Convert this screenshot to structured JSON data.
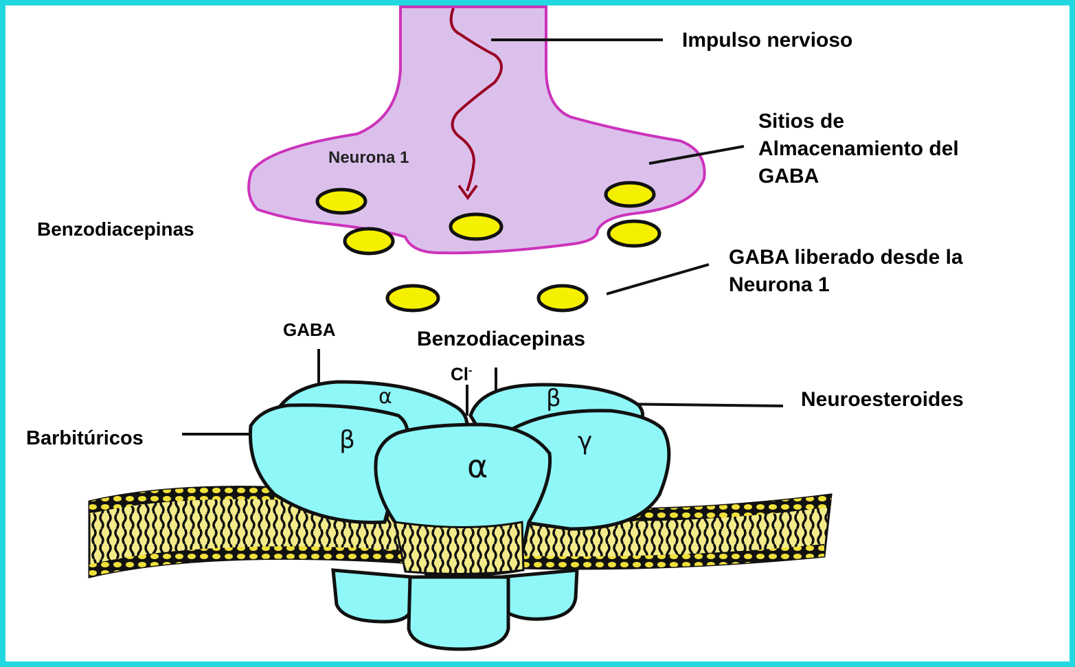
{
  "labels": {
    "impulso": "Impulso nervioso",
    "neurona1": "Neurona 1",
    "sitios_line1": "Sitios de",
    "sitios_line2": "Almacenamiento del",
    "sitios_line3": "GABA",
    "benzo_left": "Benzodiacepinas",
    "gaba_liberado_line1": "GABA liberado desde la",
    "gaba_liberado_line2": "Neurona 1",
    "gaba_top": "GABA",
    "benzo_center": "Benzodiacepinas",
    "cl": "Cl",
    "cl_sup": "-",
    "neuroesteroides": "Neuroesteroides",
    "barbituricos": "Barbitúricos"
  },
  "subunits": {
    "alpha_back": "α",
    "beta_back": "β",
    "beta_left": "β",
    "alpha_front": "α",
    "gamma": "γ"
  },
  "colors": {
    "frame": "#22d8df",
    "neuron_fill": "#dcc0ec",
    "neuron_outline": "#cc33bb",
    "impulse": "#990022",
    "vesicle": "#f5f000",
    "receptor": "#8ff7f7",
    "membrane": "#f3eb8a"
  }
}
